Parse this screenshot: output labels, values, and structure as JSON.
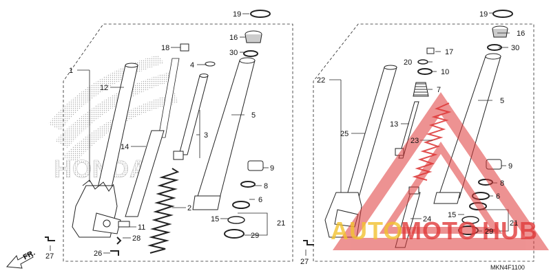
{
  "diagram": {
    "code": "MKN4F1100",
    "direction": "FR.",
    "logo_text": "HONDA",
    "left_callouts": {
      "c1": "1",
      "c2": "2",
      "c3": "3",
      "c4": "4",
      "c5": "5",
      "c6": "6",
      "c8": "8",
      "c9": "9",
      "c11": "11",
      "c12": "12",
      "c14": "14",
      "c15": "15",
      "c16": "16",
      "c18": "18",
      "c19": "19",
      "c21": "21",
      "c26": "26",
      "c27": "27",
      "c28": "28",
      "c29": "29",
      "c30": "30"
    },
    "right_callouts": {
      "c5": "5",
      "c6": "6",
      "c7": "7",
      "c8": "8",
      "c9": "9",
      "c10": "10",
      "c13": "13",
      "c15": "15",
      "c16": "16",
      "c17": "17",
      "c19": "19",
      "c20": "20",
      "c21": "21",
      "c22": "22",
      "c23": "23",
      "c24": "24",
      "c25": "25",
      "c27": "27",
      "c29": "29",
      "c30": "30"
    }
  },
  "watermark": {
    "text_a": "AUTO",
    "text_b": "MOTO",
    "text_c": "HUB",
    "color_yellow": "#f2c230",
    "color_red": "#e03a3a"
  }
}
